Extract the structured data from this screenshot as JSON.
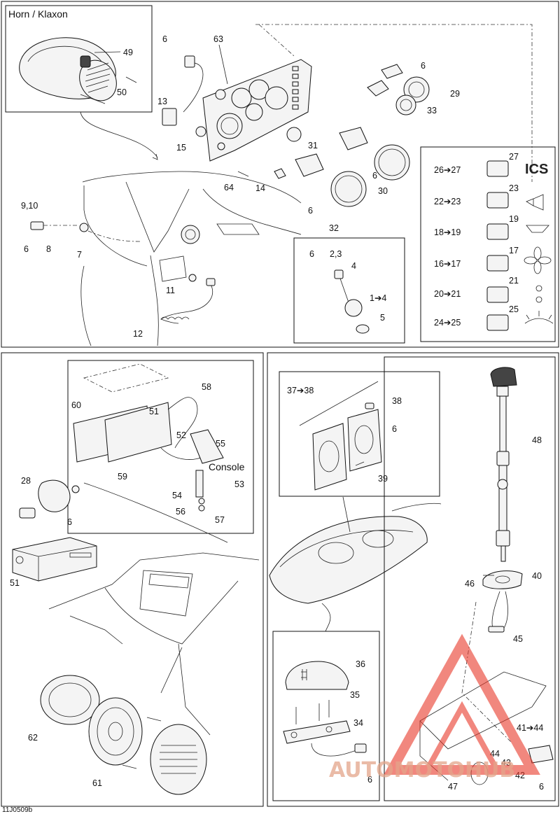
{
  "horn_caption": "Horn  / Klaxon",
  "console_label": "Console",
  "ics_label": "ICS",
  "drawing_code": "11J0509b",
  "watermark": "AUTOMOTOHUB",
  "colors": {
    "line": "#111111",
    "watermark_red": "#e8392a",
    "watermark_text": "#e4a58a"
  },
  "callouts": {
    "c1": "1➔4",
    "c2": "2,3",
    "c4": "4",
    "c5": "5",
    "c6a": "6",
    "c7": "7",
    "c8": "8",
    "c910": "9,10",
    "c11": "11",
    "c12": "12",
    "c13": "13",
    "c14": "14",
    "c15": "15",
    "c16": "16➔17",
    "c17": "17",
    "c18": "18➔19",
    "c19": "19",
    "c20": "20➔21",
    "c21": "21",
    "c22": "22➔23",
    "c23": "23",
    "c24": "24➔25",
    "c25": "25",
    "c26": "26➔27",
    "c27": "27",
    "c28": "28",
    "c29": "29",
    "c30": "30",
    "c31": "31",
    "c32": "32",
    "c33": "33",
    "c34": "34",
    "c35": "35",
    "c36": "36",
    "c37": "37➔38",
    "c38": "38",
    "c39": "39",
    "c40": "40",
    "c41": "41➔44",
    "c42": "42",
    "c43": "43",
    "c44": "44",
    "c45": "45",
    "c46": "46",
    "c47": "47",
    "c48": "48",
    "c49": "49",
    "c50": "50",
    "c51a": "51",
    "c51b": "51",
    "c52": "52",
    "c53": "53",
    "c54": "54",
    "c55": "55",
    "c56": "56",
    "c57": "57",
    "c58": "58",
    "c59": "59",
    "c60": "60",
    "c61": "61",
    "c62": "62",
    "c63": "63",
    "c64": "64",
    "six": "6"
  }
}
